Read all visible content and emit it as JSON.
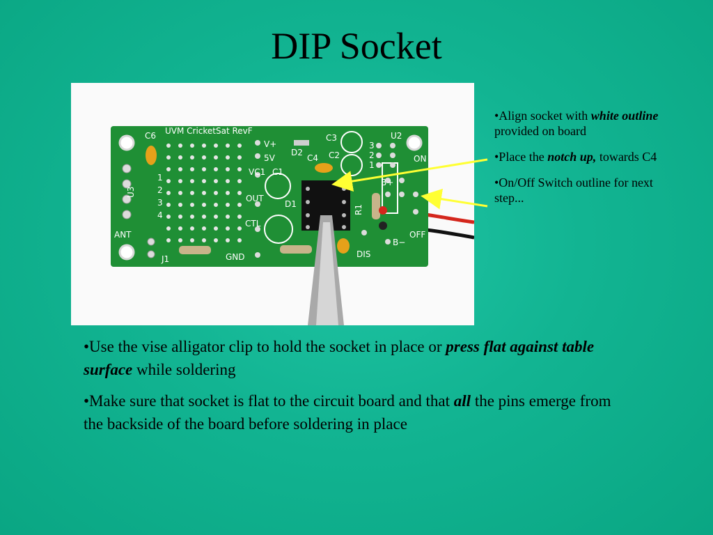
{
  "slide": {
    "title": "DIP Socket"
  },
  "photo": {
    "board_text": {
      "title": "UVM CricketSat RevF",
      "c6": "C6",
      "v_plus": "V+",
      "d2": "D2",
      "c3": "C3",
      "u2": "U2",
      "c4": "C4",
      "c2": "C2",
      "five_v": "5V",
      "vc1": "VC1",
      "c1": "C1",
      "on": "ON",
      "u3": "U3",
      "out": "OUT",
      "d1": "D1",
      "r1": "R1",
      "b_plus": "B+",
      "ctl": "CTL",
      "off": "OFF",
      "ant": "ANT",
      "j1": "J1",
      "gnd": "GND",
      "dis": "DIS",
      "b_minus": "B−",
      "u3_pin1": "1",
      "u3_pin2": "2",
      "u3_pin3": "3",
      "u3_pin4": "4",
      "u2_pin3": "3",
      "u2_pin2": "2",
      "u2_pin1": "1"
    }
  },
  "notes": {
    "item1_pre": "•Align socket with ",
    "item1_em": "white outline",
    "item1_post": " provided on board",
    "item2_pre": "•Place the ",
    "item2_em": "notch up,",
    "item2_post": " towards C4",
    "item3": "•On/Off Switch outline for next step..."
  },
  "body": {
    "para1_pre": "•Use the vise alligator clip to hold the socket in place or ",
    "para1_em": "press flat against  table surface",
    "para1_post": " while soldering",
    "para2_pre": "•Make sure that socket is flat to the circuit board and that ",
    "para2_em": "all",
    "para2_post": " the pins emerge from the backside of the board before soldering in place"
  },
  "colors": {
    "background": "#12b492",
    "pcb": "#1f8f35",
    "arrow": "#ffff33"
  }
}
